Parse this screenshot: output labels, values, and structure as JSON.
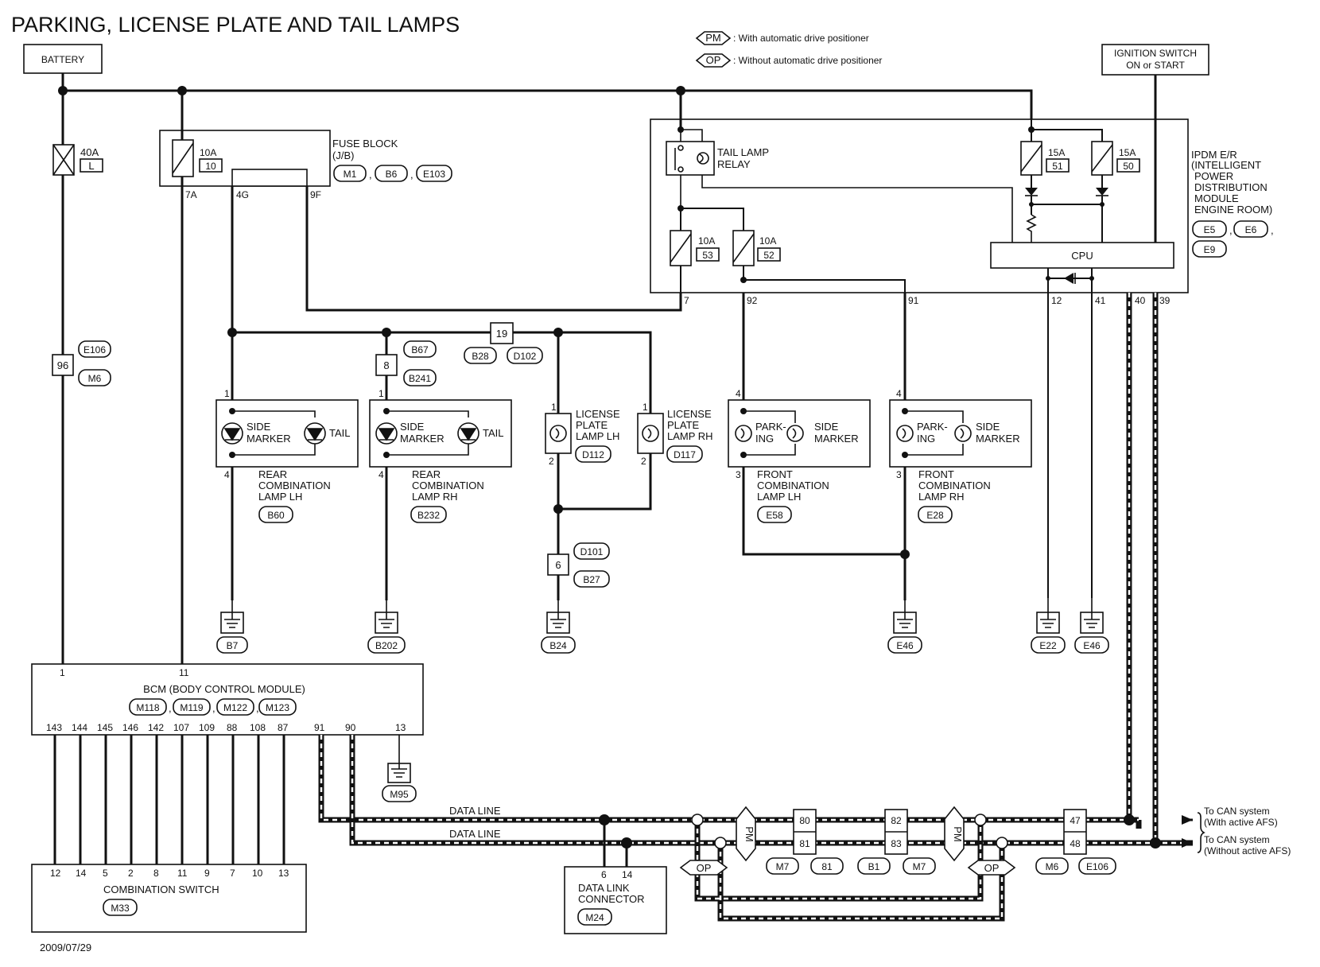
{
  "title": "PARKING, LICENSE PLATE AND TAIL LAMPS",
  "legend": [
    {
      "code": "PM",
      "text": ": With automatic drive positioner"
    },
    {
      "code": "OP",
      "text": ": Without automatic drive positioner"
    }
  ],
  "battery": "BATTERY",
  "ignition": [
    "IGNITION SWITCH",
    "ON or START"
  ],
  "fusible_link": {
    "rating": "40A",
    "id": "L"
  },
  "fuse_block": {
    "title": [
      "FUSE BLOCK",
      "(J/B)"
    ],
    "connectors": [
      "M1",
      "B6",
      "E103"
    ],
    "fuse_rating": "10A",
    "fuse_no": "10",
    "pins": [
      "7A",
      "4G",
      "9F"
    ]
  },
  "ipdm": {
    "title": [
      "IPDM E/R",
      "(INTELLIGENT",
      "POWER",
      "DISTRIBUTION",
      "MODULE",
      "ENGINE ROOM)"
    ],
    "connectors": [
      "E5",
      "E6",
      "E9"
    ],
    "relay": [
      "TAIL LAMP",
      "RELAY"
    ],
    "fuses": [
      {
        "rating": "15A",
        "no": "51"
      },
      {
        "rating": "15A",
        "no": "50"
      },
      {
        "rating": "10A",
        "no": "53"
      },
      {
        "rating": "10A",
        "no": "52"
      }
    ],
    "cpu": "CPU",
    "pins": [
      "7",
      "92",
      "91",
      "12",
      "41",
      "40",
      "39"
    ]
  },
  "splices": [
    {
      "no": "96",
      "conns": [
        "E106",
        "M6"
      ]
    },
    {
      "no": "8",
      "conns": [
        "B67",
        "B241"
      ]
    },
    {
      "no": "19",
      "conns": [
        "B28",
        "D102"
      ]
    },
    {
      "no": "6",
      "conns": [
        "D101",
        "B27"
      ]
    }
  ],
  "lamps": {
    "side_marker": [
      "SIDE",
      "MARKER"
    ],
    "tail": "TAIL",
    "parking": [
      "PARK-",
      "ING"
    ],
    "rear_lh": {
      "name": [
        "REAR",
        "COMBINATION",
        "LAMP LH"
      ],
      "conn": "B60",
      "pins": [
        "1",
        "4"
      ]
    },
    "rear_rh": {
      "name": [
        "REAR",
        "COMBINATION",
        "LAMP RH"
      ],
      "conn": "B232",
      "pins": [
        "1",
        "4"
      ]
    },
    "lic_lh": {
      "name": [
        "LICENSE",
        "PLATE",
        "LAMP LH"
      ],
      "conn": "D112",
      "pins": [
        "1",
        "2"
      ]
    },
    "lic_rh": {
      "name": [
        "LICENSE",
        "PLATE",
        "LAMP RH"
      ],
      "conn": "D117",
      "pins": [
        "1",
        "2"
      ]
    },
    "front_lh": {
      "name": [
        "FRONT",
        "COMBINATION",
        "LAMP LH"
      ],
      "conn": "E58",
      "pins": [
        "4",
        "3"
      ]
    },
    "front_rh": {
      "name": [
        "FRONT",
        "COMBINATION",
        "LAMP RH"
      ],
      "conn": "E28",
      "pins": [
        "4",
        "3"
      ]
    }
  },
  "grounds": [
    "B7",
    "B202",
    "B24",
    "E46",
    "E22",
    "E46",
    "M95"
  ],
  "bcm": {
    "title": "BCM (BODY CONTROL MODULE)",
    "connectors": [
      "M118",
      "M119",
      "M122",
      "M123"
    ],
    "top_pins": [
      "1",
      "11"
    ],
    "bottom_pins": [
      "143",
      "144",
      "145",
      "146",
      "142",
      "107",
      "109",
      "88",
      "108",
      "87",
      "91",
      "90",
      "13"
    ]
  },
  "combination_switch": {
    "title": "COMBINATION SWITCH",
    "conn": "M33",
    "pins": [
      "12",
      "14",
      "5",
      "2",
      "8",
      "11",
      "9",
      "7",
      "10",
      "13"
    ]
  },
  "data_line": "DATA LINE",
  "dlc": {
    "title": [
      "DATA LINK",
      "CONNECTOR"
    ],
    "conn": "M24",
    "pins": [
      "6",
      "14"
    ]
  },
  "joint_pins": [
    "80",
    "81",
    "82",
    "83",
    "47",
    "48"
  ],
  "joint_conns": [
    "M7",
    "81",
    "B1",
    "M7",
    "M6",
    "E106"
  ],
  "can_targets": [
    {
      "line1": "To CAN system",
      "line2": "(With active AFS)"
    },
    {
      "line1": "To CAN system",
      "line2": "(Without active AFS)"
    }
  ],
  "date": "2009/07/29"
}
